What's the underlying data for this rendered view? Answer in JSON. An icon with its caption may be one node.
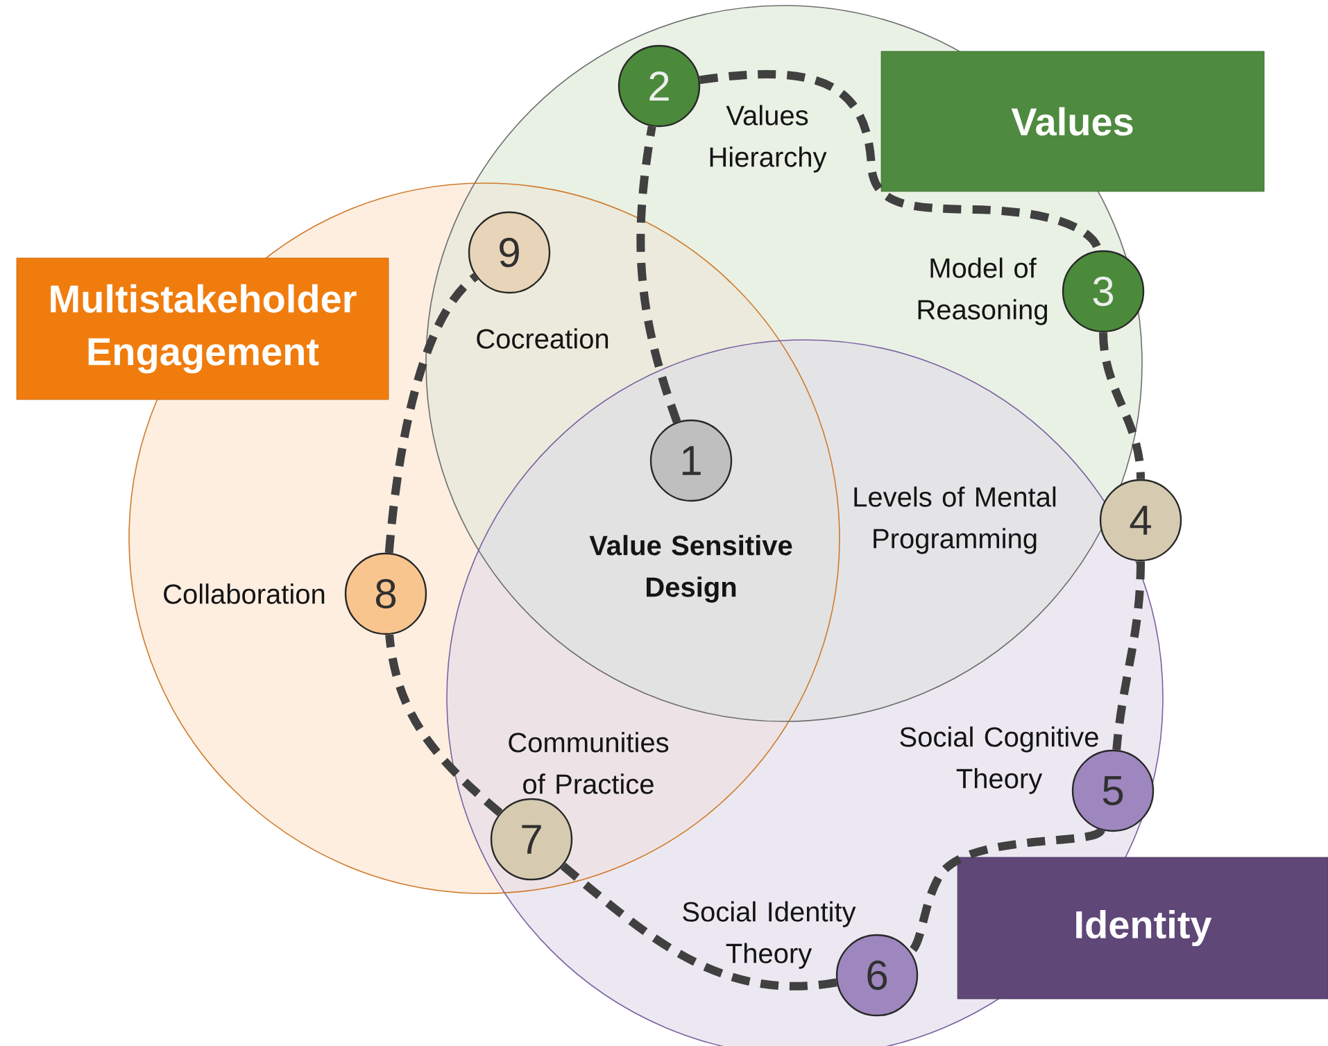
{
  "diagram": {
    "nodes": [
      {
        "text": [
          "1"
        ],
        "beside": [
          "Value Sensitive Design"
        ]
      },
      {
        "text": [
          "2"
        ],
        "beside": [
          "Values Hierarchy"
        ]
      },
      {
        "text": [
          "3"
        ],
        "beside": [
          "Model of Reasoning"
        ]
      },
      {
        "text": [
          "4"
        ],
        "beside": [
          "Levels of Mental Programming"
        ]
      },
      {
        "text": [
          "5"
        ],
        "beside": [
          "Social Cognitive Theory"
        ]
      },
      {
        "text": [
          "6"
        ],
        "beside": [
          "Social Identity Theory"
        ]
      },
      {
        "text": [
          "7"
        ],
        "beside": [
          "Communities of Practice"
        ]
      },
      {
        "text": [
          "8"
        ],
        "beside": [
          "Collaboration"
        ]
      },
      {
        "text": [
          "9"
        ],
        "beside": [
          "Cocreation"
        ]
      },
      {
        "text": [
          "Values"
        ]
      },
      {
        "text": [
          "Multistakeholder Engagement"
        ]
      },
      {
        "text": [
          "Identity"
        ]
      }
    ],
    "edges": [
      {
        "from": 0,
        "to": 1,
        "arrow": "none",
        "style": "dashed"
      },
      {
        "from": 1,
        "to": 2,
        "arrow": "none",
        "style": "dashed"
      },
      {
        "from": 2,
        "to": 3,
        "arrow": "none",
        "style": "dashed"
      },
      {
        "from": 3,
        "to": 4,
        "arrow": "none",
        "style": "dashed"
      },
      {
        "from": 4,
        "to": 5,
        "arrow": "none",
        "style": "dashed"
      },
      {
        "from": 5,
        "to": 6,
        "arrow": "none",
        "style": "dashed"
      },
      {
        "from": 6,
        "to": 7,
        "arrow": "none",
        "style": "dashed"
      },
      {
        "from": 7,
        "to": 8,
        "arrow": "none",
        "style": "dashed"
      }
    ]
  }
}
